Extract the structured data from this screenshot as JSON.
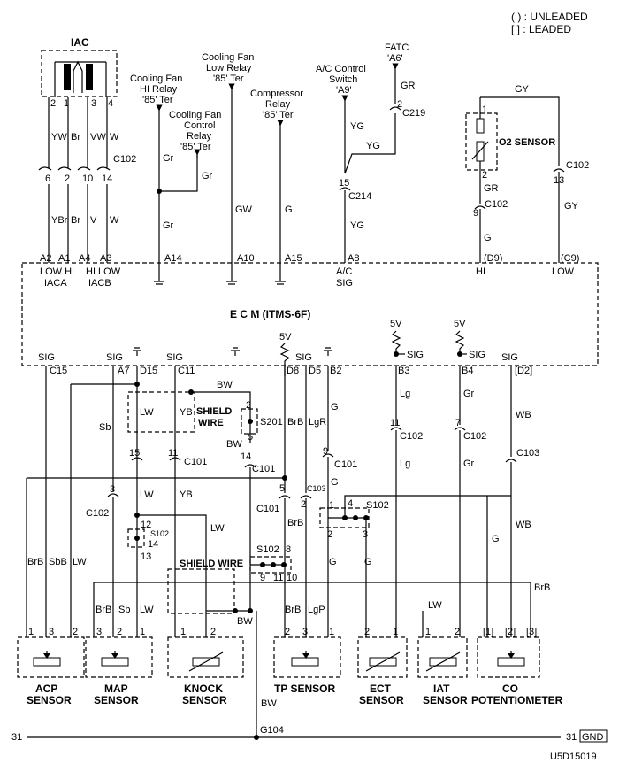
{
  "legend": {
    "unleaded": "( ) : UNLEADED",
    "leaded": "[ ] : LEADED"
  },
  "ecm_title": "E  C  M (ITMS-6F)",
  "figure_id": "U5D15019",
  "ground_ref": "31",
  "ground_right": "31",
  "ground_box": "GND",
  "ground_point": "G104",
  "iac": {
    "title": "IAC",
    "pins_top": [
      "2",
      "1",
      "3",
      "4"
    ],
    "wires_upper": [
      "YW",
      "Br",
      "VW",
      "W"
    ],
    "connector": "C102",
    "pins_conn": [
      "6",
      "2",
      "10",
      "14"
    ],
    "wires_lower": [
      "YBr",
      "Br",
      "V",
      "W"
    ],
    "ecm_pins": [
      "A2",
      "A1",
      "A4",
      "A3"
    ],
    "ecm_labels": [
      "LOW HI",
      "HI LOW"
    ],
    "ecm_sublabels": [
      "IACA",
      "IACB"
    ]
  },
  "top_labels": {
    "fan_hi": [
      "Cooling Fan",
      "HI Relay",
      "'85' Ter"
    ],
    "fan_ctrl": [
      "Cooling Fan",
      "Control",
      "Relay",
      "'85' Ter"
    ],
    "fan_low": [
      "Cooling Fan",
      "Low Relay",
      "'85' Ter"
    ],
    "compressor": [
      "Compressor",
      "Relay",
      "'85' Ter"
    ],
    "ac_switch": [
      "A/C Control",
      "Switch",
      "'A9'"
    ],
    "fatc": [
      "FATC",
      "'A6'"
    ]
  },
  "wire_colors": {
    "gr": "Gr",
    "gw": "GW",
    "g": "G",
    "yg": "YG",
    "gy": "GY",
    "gr2": "GR",
    "brb": "BrB",
    "sbb": "SbB",
    "lw": "LW",
    "sb": "Sb",
    "yb": "YB",
    "bw": "BW",
    "lgr": "LgR",
    "lgp": "LgP",
    "lg": "Lg",
    "wb": "WB"
  },
  "ecm_top_pins": {
    "a14": "A14",
    "a10": "A10",
    "a15": "A15",
    "a8": "A8",
    "ac_sig_1": "A/C",
    "ac_sig_2": "SIG",
    "d9": "(D9)",
    "c9": "(C9)",
    "hi": "HI",
    "low": "LOW"
  },
  "ecm_bottom_pins": {
    "sig": "SIG",
    "c15": "C15",
    "a7": "A7",
    "d15": "D15",
    "c11": "C11",
    "d8": "D8",
    "d5": "D5",
    "b2": "B2",
    "b3": "B3",
    "b4": "B4",
    "d2": "[D2]",
    "v5": "5V"
  },
  "connectors": {
    "c219": "C219",
    "c214": "C214",
    "c102": "C102",
    "c101": "C101",
    "c103": "C103",
    "s201": "S201",
    "s102": "S102"
  },
  "pins": {
    "p1": "1",
    "p2": "2",
    "p3": "3",
    "p4": "4",
    "p5": "5",
    "p7": "7",
    "p8": "8",
    "p9": "9",
    "p10": "10",
    "p11": "11",
    "p12": "12",
    "p13": "13",
    "p14": "14",
    "p15": "15",
    "b1": "[1]",
    "b2": "[2]",
    "b3": "[3]"
  },
  "o2_sensor": "O2 SENSOR",
  "shield_wire": [
    "SHIELD",
    "WIRE"
  ],
  "shield_wire_2": "SHIELD WIRE",
  "sensors": {
    "acp": [
      "ACP",
      "SENSOR"
    ],
    "map": [
      "MAP",
      "SENSOR"
    ],
    "knock": [
      "KNOCK",
      "SENSOR"
    ],
    "tp": "TP SENSOR",
    "ect": [
      "ECT",
      "SENSOR"
    ],
    "iat": [
      "IAT",
      "SENSOR"
    ],
    "co": [
      "CO",
      "POTENTIOMETER"
    ]
  }
}
